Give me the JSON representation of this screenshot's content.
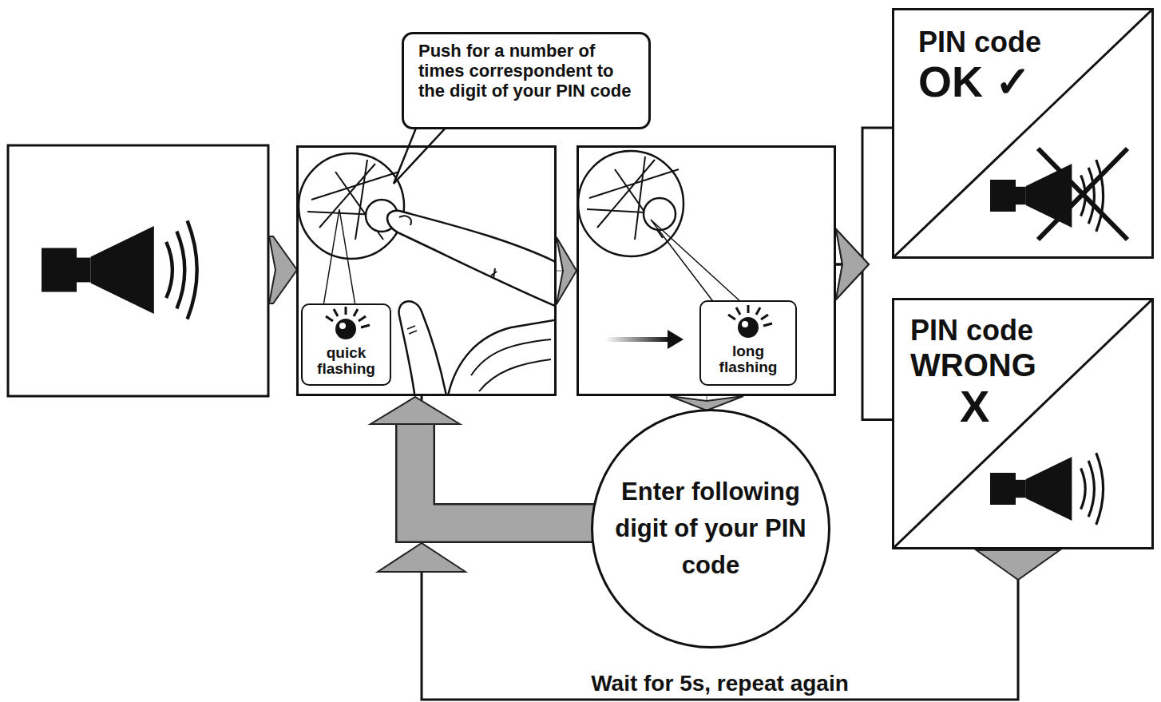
{
  "diagram": {
    "nodes": [
      {
        "text": [
          "Push for a number of times correspondent to the digit of your PIN code"
        ]
      },
      {
        "text": []
      },
      {
        "text": [
          "quick flashing"
        ],
        "in": 1
      },
      {
        "text": []
      },
      {
        "text": [
          "long flashing"
        ],
        "in": 3
      },
      {
        "text": [
          "Enter following digit of your PIN code"
        ]
      },
      {
        "text": [
          "PIN code",
          "OK ✓"
        ]
      },
      {
        "text": [
          "PIN code",
          "WRONG",
          "X"
        ]
      }
    ],
    "edges": [
      {
        "from": 1,
        "to": 3,
        "arrow": "to"
      },
      {
        "from": 3,
        "to": 5,
        "arrow": "to"
      },
      {
        "from": 5,
        "to": 1,
        "arrow": "to"
      },
      {
        "from": 3,
        "to": 6,
        "arrow": "to"
      },
      {
        "from": 3,
        "to": 7,
        "arrow": "to"
      },
      {
        "from": 7,
        "to": 1,
        "arrow": "to",
        "label": "Wait for 5s, repeat again"
      }
    ]
  }
}
